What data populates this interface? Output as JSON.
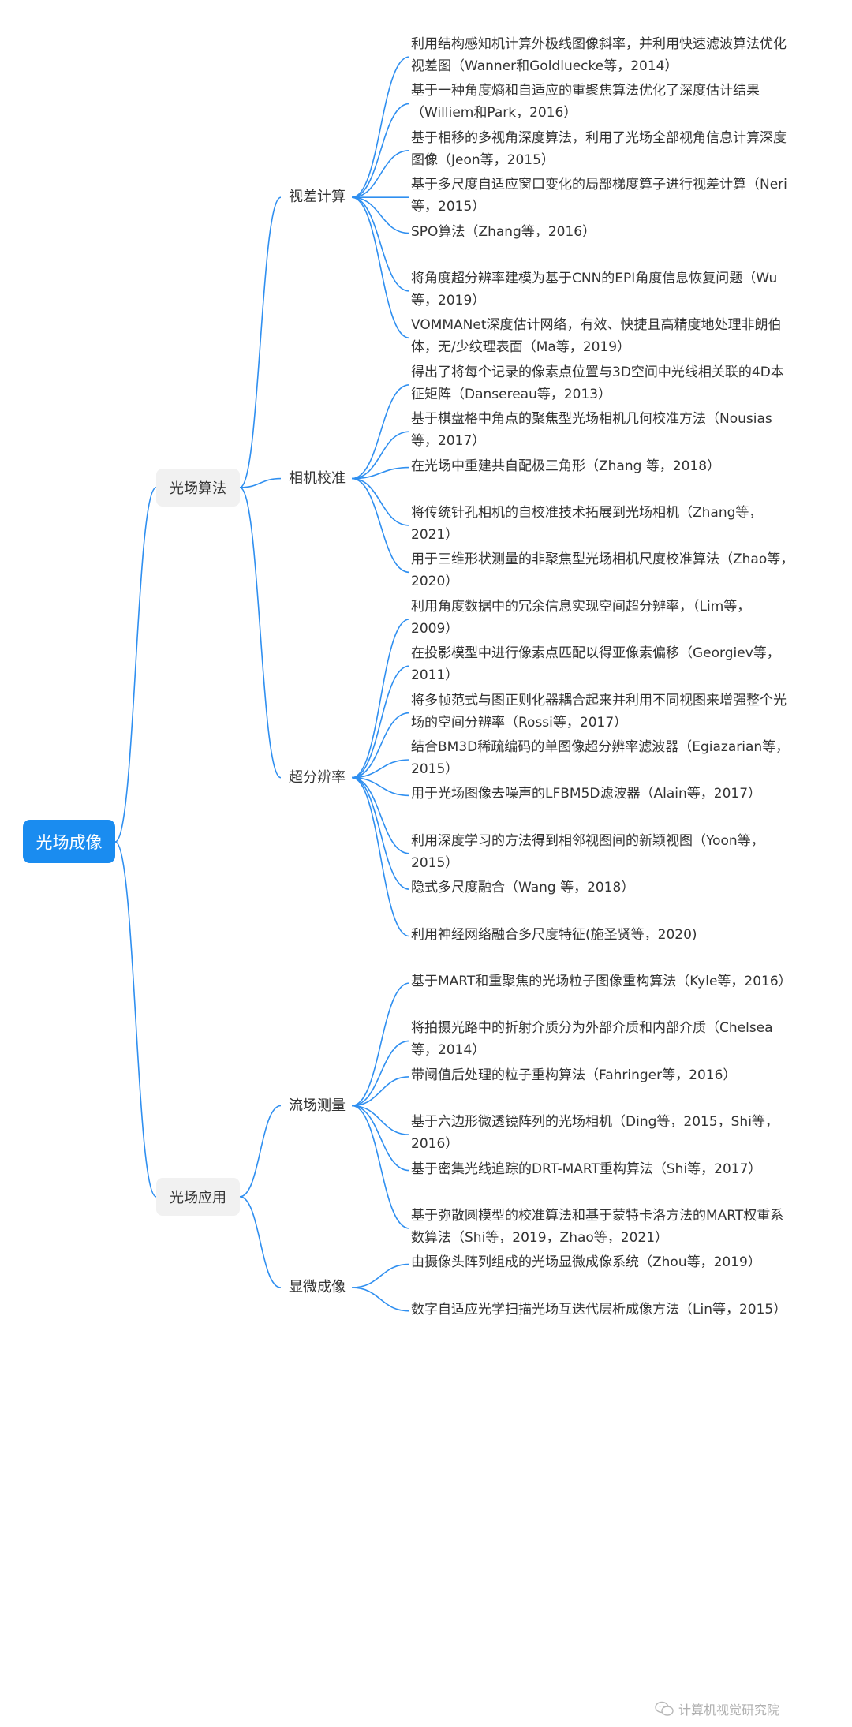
{
  "colors": {
    "accent": "#1a8cf0",
    "line": "#2f8ff0",
    "node_bg": "#f1f1f1"
  },
  "root": "光场成像",
  "branches": [
    {
      "label": "光场算法",
      "children": [
        {
          "label": "视差计算",
          "leaves": [
            [
              "利用结构感知机计算外极线图像斜率，并利用快速滤波算法优化",
              "视差图（Wanner和Goldluecke等，2014）"
            ],
            [
              "基于一种角度熵和自适应的重聚焦算法优化了深度估计结果",
              "（Williem和Park，2016）"
            ],
            [
              "基于相移的多视角深度算法，利用了光场全部视角信息计算深度",
              "图像（Jeon等，2015）"
            ],
            [
              "基于多尺度自适应窗口变化的局部梯度算子进行视差计算（Neri",
              "等，2015）"
            ],
            [
              "SPO算法（Zhang等，2016）"
            ],
            [
              "将角度超分辨率建模为基于CNN的EPI角度信息恢复问题（Wu",
              "等，2019）"
            ],
            [
              "VOMMANet深度估计网络，有效、快捷且高精度地处理非朗伯",
              "体，无/少纹理表面（Ma等，2019）"
            ]
          ]
        },
        {
          "label": "相机校准",
          "leaves": [
            [
              "得出了将每个记录的像素点位置与3D空间中光线相关联的4D本",
              "征矩阵（Dansereau等，2013）"
            ],
            [
              "基于棋盘格中角点的聚焦型光场相机几何校准方法（Nousias",
              "等，2017）"
            ],
            [
              "在光场中重建共自配极三角形（Zhang 等，2018）"
            ],
            [
              "将传统针孔相机的自校准技术拓展到光场相机（Zhang等，",
              "2021）"
            ],
            [
              "用于三维形状测量的非聚焦型光场相机尺度校准算法（Zhao等，",
              "2020）"
            ]
          ]
        },
        {
          "label": "超分辨率",
          "leaves": [
            [
              "利用角度数据中的冗余信息实现空间超分辨率，（Lim等，",
              "2009）"
            ],
            [
              "在投影模型中进行像素点匹配以得亚像素偏移（Georgiev等，",
              "2011）"
            ],
            [
              "将多帧范式与图正则化器耦合起来并利用不同视图来增强整个光",
              "场的空间分辨率（Rossi等，2017）"
            ],
            [
              "结合BM3D稀疏编码的单图像超分辨率滤波器（Egiazarian等，",
              "2015）"
            ],
            [
              "用于光场图像去噪声的LFBM5D滤波器（Alain等，2017）"
            ],
            [
              "利用深度学习的方法得到相邻视图间的新颖视图（Yoon等，",
              "2015）"
            ],
            [
              "隐式多尺度融合（Wang 等，2018）"
            ],
            [
              "利用神经网络融合多尺度特征(施圣贤等，2020)"
            ]
          ]
        }
      ]
    },
    {
      "label": "光场应用",
      "children": [
        {
          "label": "流场测量",
          "leaves": [
            [
              "基于MART和重聚焦的光场粒子图像重构算法（Kyle等，2016）"
            ],
            [
              "将拍摄光路中的折射介质分为外部介质和内部介质（Chelsea",
              "等，2014）"
            ],
            [
              "带阈值后处理的粒子重构算法（Fahringer等，2016）"
            ],
            [
              "基于六边形微透镜阵列的光场相机（Ding等，2015，Shi等，",
              "2016）"
            ],
            [
              "基于密集光线追踪的DRT-MART重构算法（Shi等，2017）"
            ],
            [
              "基于弥散圆模型的校准算法和基于蒙特卡洛方法的MART权重系",
              "数算法（Shi等，2019，Zhao等，2021）"
            ]
          ]
        },
        {
          "label": "显微成像",
          "leaves": [
            [
              "由摄像头阵列组成的光场显微成像系统（Zhou等，2019）"
            ],
            [
              "数字自适应光学扫描光场互迭代层析成像方法（Lin等，2015）"
            ]
          ]
        }
      ]
    }
  ],
  "watermark": "计算机视觉研究院"
}
